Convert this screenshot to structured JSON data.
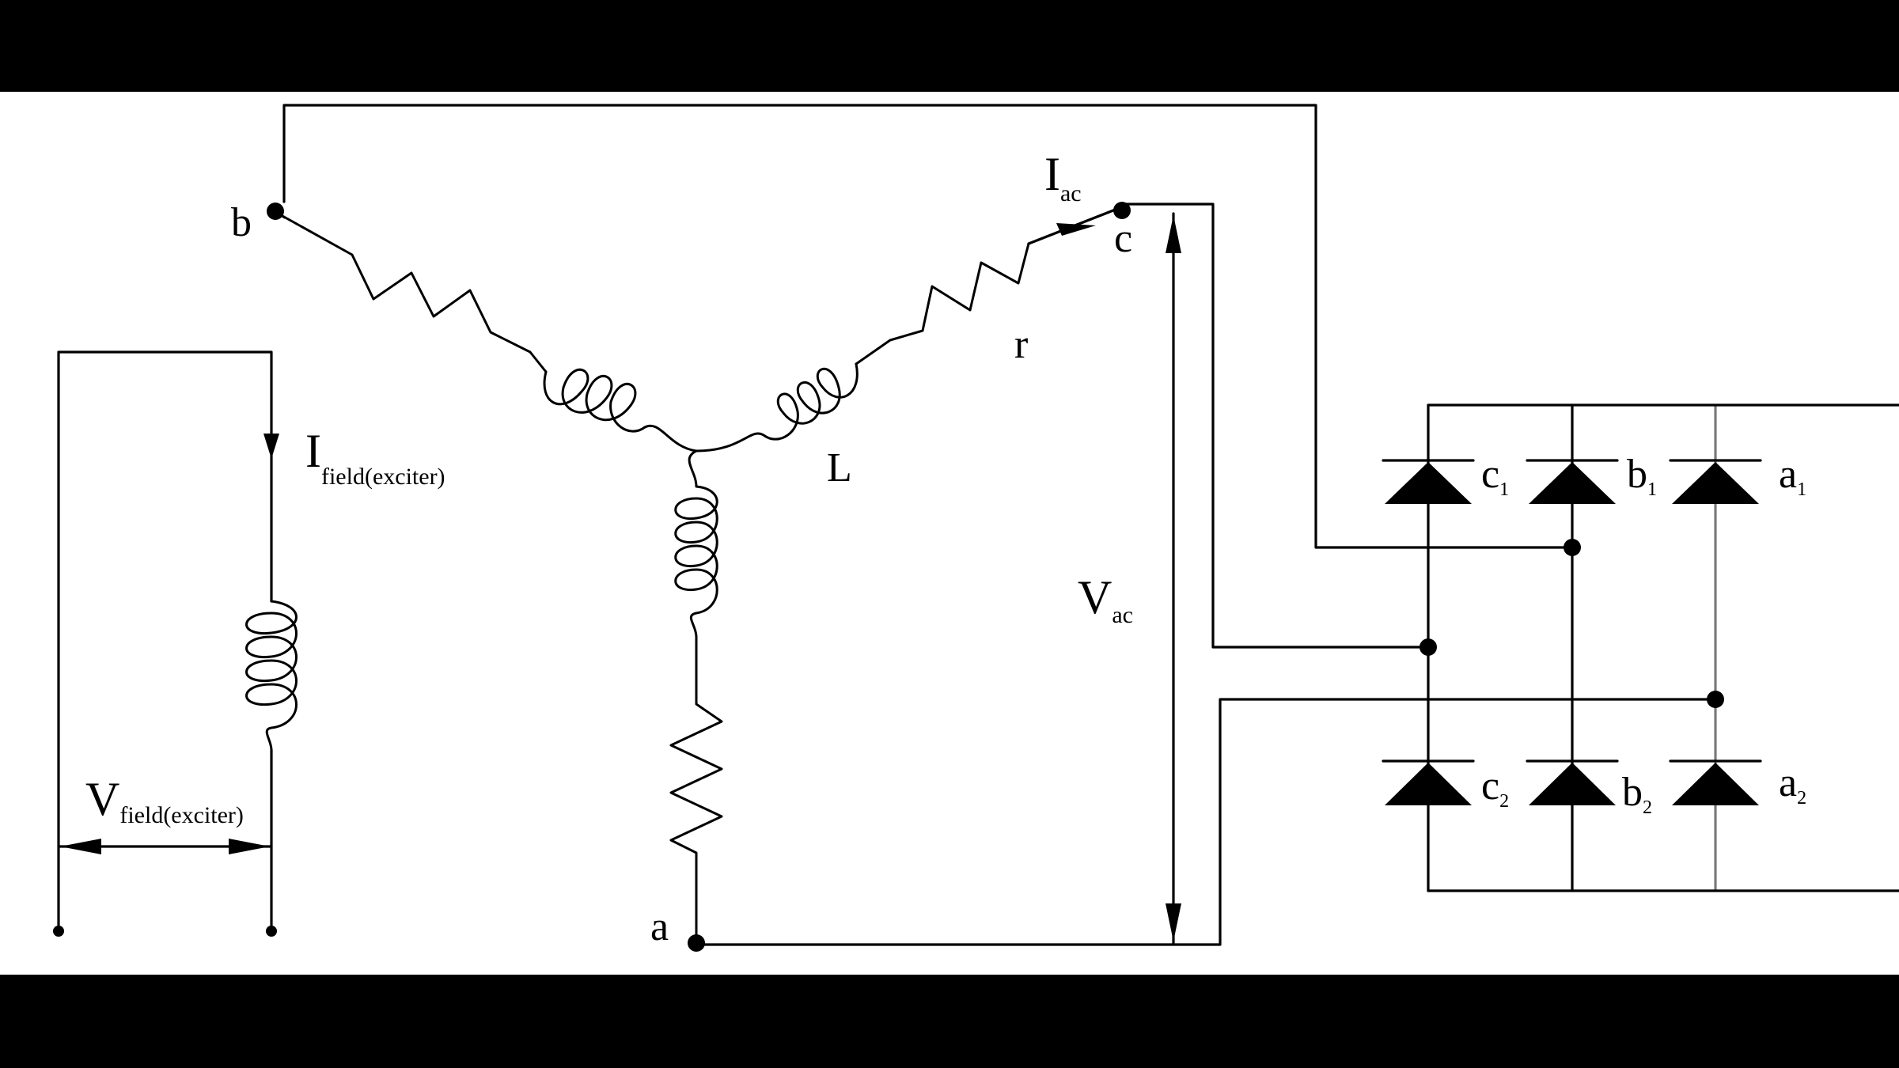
{
  "colors": {
    "letterbox": "#000000",
    "canvas": "#ffffff",
    "ink": "#000000",
    "gray_wire": "#7a7a7a"
  },
  "labels": {
    "node_b": "b",
    "node_c": "c",
    "node_a": "a",
    "iac_main": "I",
    "iac_sub": "ac",
    "r": "r",
    "L": "L",
    "vac_main": "V",
    "vac_sub": "ac",
    "ifield_main": "I",
    "ifield_sub": "field(exciter)",
    "vfield_main": "V",
    "vfield_sub": "field(exciter)"
  },
  "diodes": [
    {
      "id": "c1",
      "letter": "c",
      "index": "1"
    },
    {
      "id": "b1",
      "letter": "b",
      "index": "1"
    },
    {
      "id": "a1",
      "letter": "a",
      "index": "1"
    },
    {
      "id": "c2",
      "letter": "c",
      "index": "2"
    },
    {
      "id": "b2",
      "letter": "b",
      "index": "2"
    },
    {
      "id": "a2",
      "letter": "a",
      "index": "2"
    }
  ]
}
